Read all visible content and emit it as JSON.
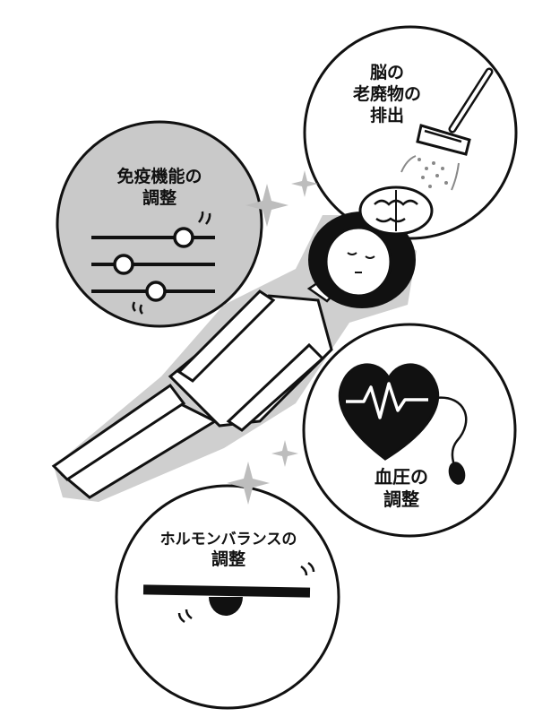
{
  "colors": {
    "ink": "#111111",
    "grey": "#c9c9c9",
    "sparkle": "#bdbdbd",
    "paper": "#ffffff"
  },
  "bubbles": {
    "immune": {
      "line1": "免疫機能の",
      "line2": "調整",
      "icon": "sliders-icon"
    },
    "brain": {
      "line1": "脳の",
      "line2": "老廃物の",
      "line3": "排出",
      "icon": "vacuum-brain-icon"
    },
    "blood": {
      "line1": "血圧の",
      "line2": "調整",
      "icon": "heart-pump-icon"
    },
    "hormone": {
      "line1": "ホルモンバランスの",
      "line2": "調整",
      "icon": "seesaw-icon"
    }
  }
}
